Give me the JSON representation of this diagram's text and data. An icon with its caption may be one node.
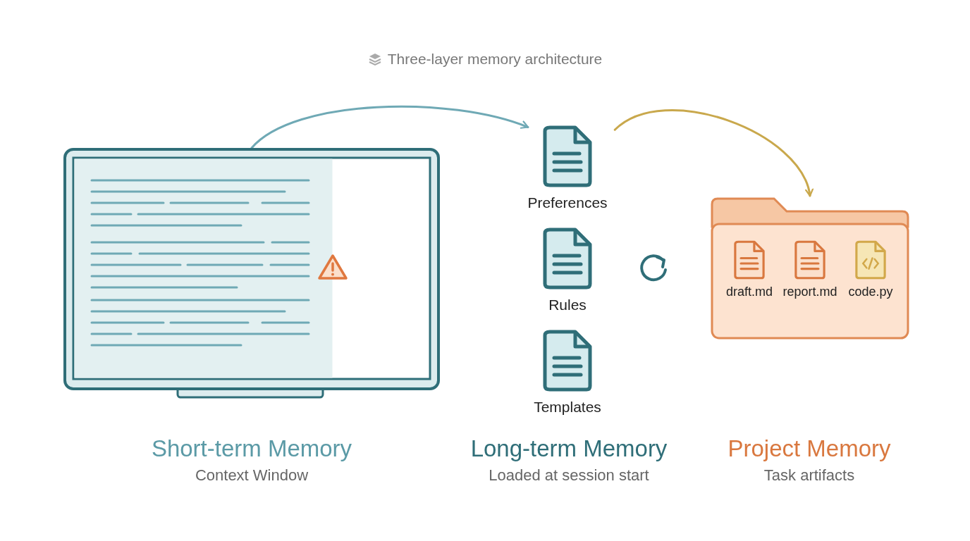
{
  "diagram": {
    "title": "Three-layer memory architecture",
    "nodes": [
      {
        "text": [],
        "shape": "screen"
      },
      {
        "text": [
          "Preferences"
        ]
      },
      {
        "text": [
          "Rules"
        ]
      },
      {
        "text": [
          "Templates"
        ]
      },
      {
        "text": [],
        "shape": "folder"
      },
      {
        "text": [
          "draft.md"
        ],
        "in": 4
      },
      {
        "text": [
          "report.md"
        ],
        "in": 4
      },
      {
        "text": [
          "code.py"
        ],
        "in": 4
      }
    ],
    "edges": [
      {
        "from": 0,
        "to": 1,
        "arrow": "to",
        "color": "#6fa9b5"
      },
      {
        "from": 1,
        "to": 4,
        "arrow": "to",
        "color": "#c9a84c"
      }
    ],
    "labels": [
      "Short-term Memory",
      "Context Window",
      "Long-term Memory",
      "Loaded at session start",
      "Project Memory",
      "Task artifacts"
    ]
  }
}
